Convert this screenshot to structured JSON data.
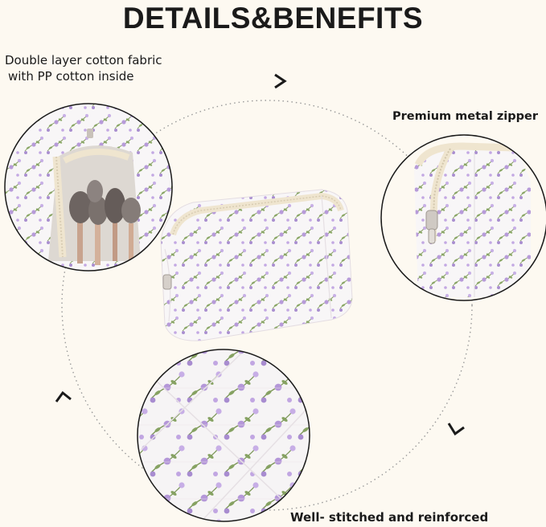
{
  "title": "DETAILS&BENEFITS",
  "callouts": {
    "fabric_line1": "Double layer cotton fabric",
    "fabric_line2": "with PP cotton inside",
    "zipper": "Premium metal zipper",
    "stitch": "Well- stitched and reinforced"
  },
  "colors": {
    "background": "#fdf9f1",
    "flower": "#b79bd9",
    "leaf": "#7f9a5a",
    "fabric": "#f8f6f7",
    "zipper_tape": "#efe5cf"
  }
}
